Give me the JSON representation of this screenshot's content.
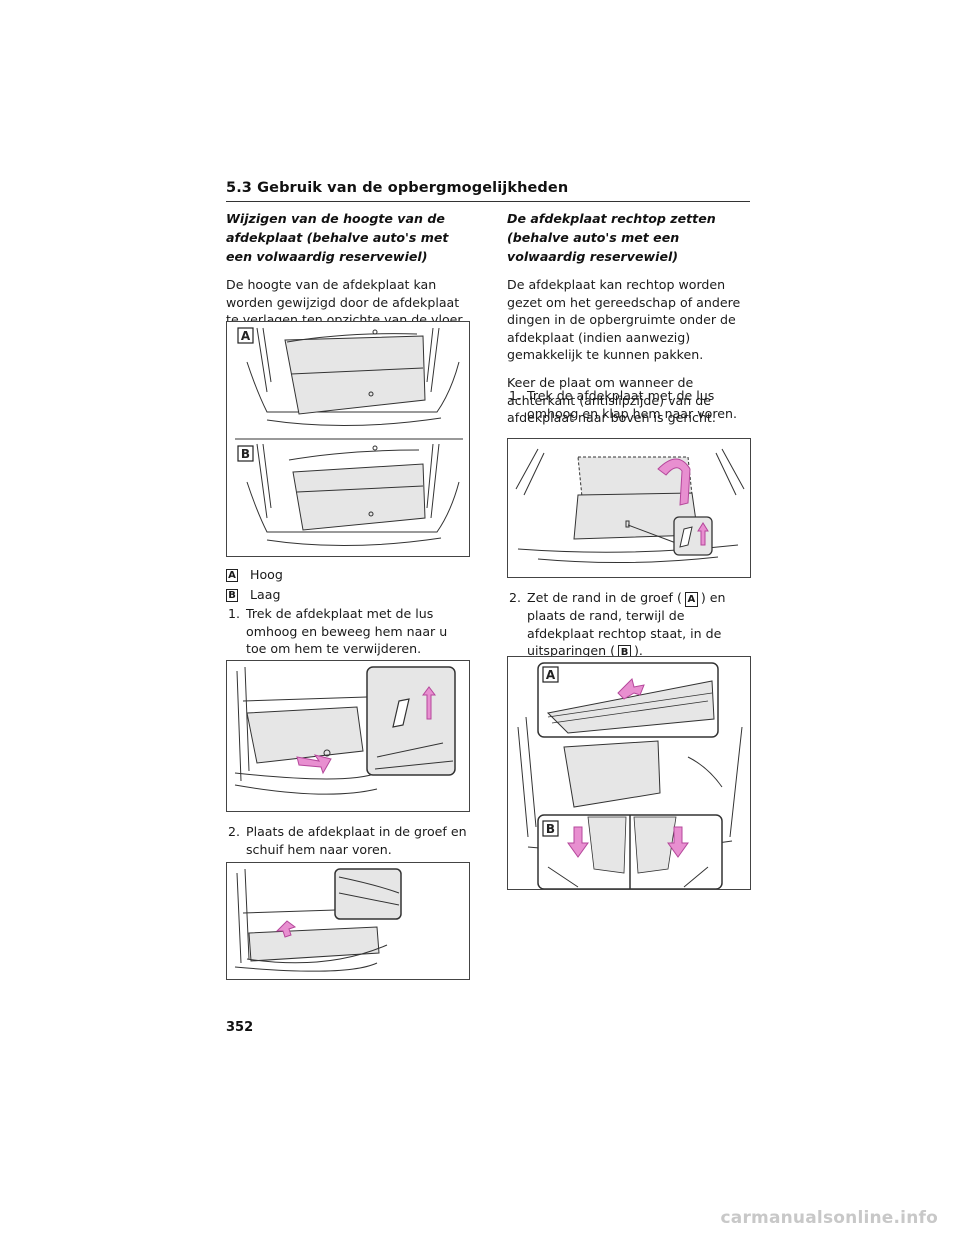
{
  "header": {
    "section_title": "5.3  Gebruik van de opbergmogelijkheden"
  },
  "left": {
    "subheading": "Wijzigen van de hoogte van de afdekplaat (behalve auto's met een volwaardig reservewiel)",
    "paragraph": "De hoogte van de afdekplaat kan worden gewijzigd door de afdekplaat te verlagen ten opzichte van de vloer.",
    "figure1_labels": {
      "a": "A",
      "b": "B"
    },
    "legend": [
      {
        "badge": "A",
        "text": "Hoog"
      },
      {
        "badge": "B",
        "text": "Laag"
      }
    ],
    "steps": [
      {
        "num": "1.",
        "text": "Trek de afdekplaat met de lus omhoog en beweeg hem naar u toe om hem te verwijderen."
      },
      {
        "num": "2.",
        "text": "Plaats de afdekplaat in de groef en schuif hem naar voren."
      }
    ]
  },
  "right": {
    "subheading": "De afdekplaat rechtop zetten (behalve auto's met een volwaardig reservewiel)",
    "paragraph1": "De afdekplaat kan rechtop worden gezet om het gereedschap of andere dingen in de opbergruimte onder de afdekplaat (indien aanwezig) gemakkelijk te kunnen pakken.",
    "paragraph2": "Keer de plaat om wanneer de achterkant (antislipzijde) van de afdekplaat naar boven is gericht.",
    "step1": {
      "num": "1.",
      "text": "Trek de afdekplaat met de lus omhoog en klap hem naar voren."
    },
    "step2": {
      "num": "2.",
      "pre": "Zet de rand in de groef (",
      "badge_a": "A",
      "mid": ") en plaats de rand, terwijl de afdekplaat rechtop staat, in de uitsparingen (",
      "badge_b": "B",
      "post": ")."
    },
    "figure4_labels": {
      "a": "A",
      "b": "B"
    }
  },
  "footer": {
    "page_number": "352",
    "watermark": "carmanualsonline.info"
  },
  "colors": {
    "arrow_pink": "#e88fd0",
    "arrow_pink_dark": "#b5479b",
    "panel_gray": "#e6e6e6",
    "line": "#333333"
  }
}
